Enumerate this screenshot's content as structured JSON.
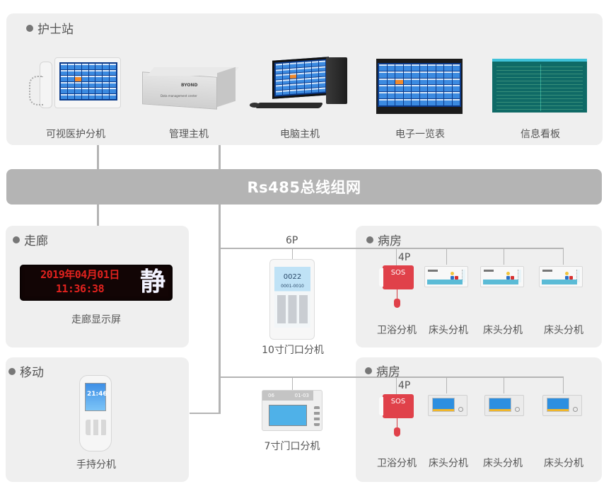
{
  "nurse_station": {
    "title": "护士站",
    "devices": [
      {
        "label": "可视医护分机"
      },
      {
        "label": "管理主机",
        "brand": "BYOND",
        "caption": "Data management center"
      },
      {
        "label": "电脑主机"
      },
      {
        "label": "电子一览表"
      },
      {
        "label": "信息看板"
      }
    ]
  },
  "bus": {
    "label": "Rs485总线组网"
  },
  "corridor": {
    "title": "走廊",
    "display": {
      "date": "2019年04月01日",
      "time": "11:36:38",
      "status_char": "静"
    },
    "device_label": "走廊显示屏"
  },
  "mobile": {
    "title": "移动",
    "handset_time": "21:46",
    "device_label": "手持分机"
  },
  "door_units": [
    {
      "port": "6P",
      "label": "10寸门口分机",
      "room": "0022",
      "beds": "0001-0010"
    },
    {
      "label": "7寸门口分机",
      "room": "06",
      "beds": "01-03"
    }
  ],
  "wards": [
    {
      "title": "病房",
      "port": "4P",
      "devices": [
        {
          "label": "卫浴分机",
          "button": "SOS"
        },
        {
          "label": "床头分机"
        },
        {
          "label": "床头分机"
        },
        {
          "label": "床头分机"
        }
      ]
    },
    {
      "title": "病房",
      "port": "4P",
      "devices": [
        {
          "label": "卫浴分机",
          "button": "SOS"
        },
        {
          "label": "床头分机"
        },
        {
          "label": "床头分机"
        },
        {
          "label": "床头分机"
        }
      ]
    }
  ],
  "colors": {
    "panel": "#efefef",
    "bus": "#b4b4b4",
    "sos": "#e0414a",
    "led": "#e2221e"
  }
}
